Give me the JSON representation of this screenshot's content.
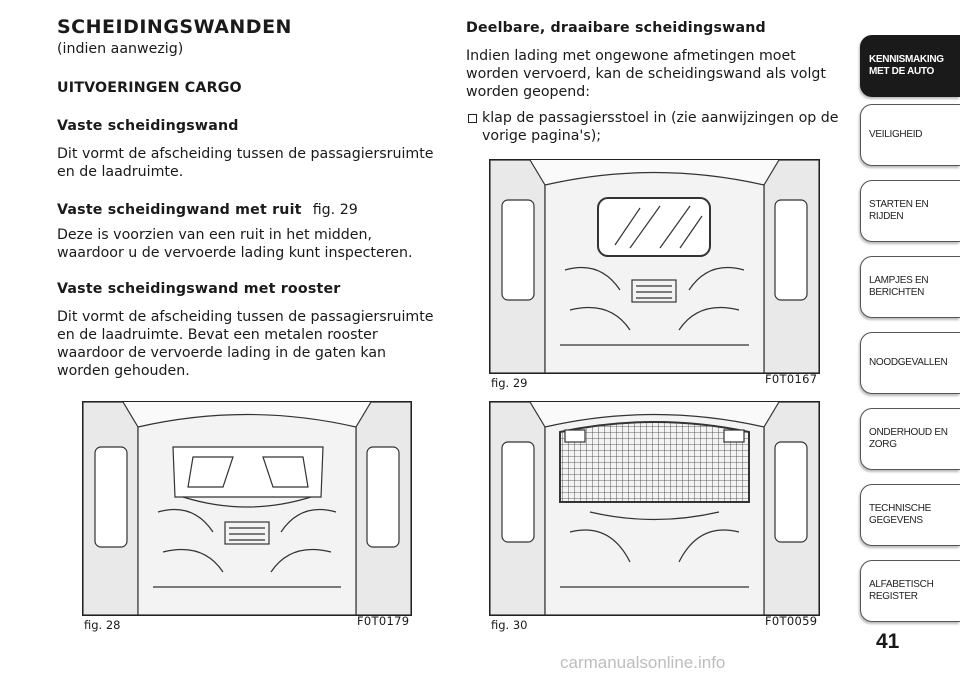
{
  "left": {
    "title": "SCHEIDINGSWANDEN",
    "subtitle": "(indien aanwezig)",
    "section": "UITVOERINGEN CARGO",
    "h_fixed": "Vaste scheidingswand",
    "p_fixed": [
      "Dit vormt de afscheiding tussen de passagiersruimte",
      "en de laadruimte."
    ],
    "h_window": "Vaste scheidingwand met ruit",
    "h_window_ref": "fig. 29",
    "p_window": [
      "Deze is voorzien van een ruit in het midden,",
      "waardoor u de vervoerde lading kunt inspecteren."
    ],
    "h_grille": "Vaste scheidingswand met rooster",
    "p_grille": [
      "Dit vormt de afscheiding tussen de passagiersruimte",
      "en de laadruimte. Bevat een metalen rooster",
      "waardoor de vervoerde lading in de gaten kan",
      "worden gehouden."
    ]
  },
  "right": {
    "heading": "Deelbare, draaibare scheidingswand",
    "p": [
      "Indien lading met ongewone afmetingen moet",
      "worden vervoerd, kan de scheidingswand als volgt",
      "worden geopend:"
    ],
    "bullet": [
      "klap de passagiersstoel in (zie aanwijzingen op de",
      "vorige pagina's);"
    ]
  },
  "figures": [
    {
      "label": "fig. 28",
      "code": "F0T0179"
    },
    {
      "label": "fig. 29",
      "code": "F0T0167"
    },
    {
      "label": "fig. 30",
      "code": "F0T0059"
    }
  ],
  "sidebar": [
    {
      "label": [
        "KENNISMAKING",
        "MET DE AUTO"
      ],
      "active": true
    },
    {
      "label": [
        "VEILIGHEID"
      ],
      "active": false
    },
    {
      "label": [
        "STARTEN EN RIJDEN"
      ],
      "active": false
    },
    {
      "label": [
        "LAMPJES EN",
        "BERICHTEN"
      ],
      "active": false
    },
    {
      "label": [
        "NOODGEVALLEN"
      ],
      "active": false
    },
    {
      "label": [
        "ONDERHOUD EN",
        "ZORG"
      ],
      "active": false
    },
    {
      "label": [
        "TECHNISCHE",
        "GEGEVENS"
      ],
      "active": false
    },
    {
      "label": [
        "ALFABETISCH",
        "REGISTER"
      ],
      "active": false
    }
  ],
  "page_number": "41",
  "watermark": "carmanualsonline.info"
}
